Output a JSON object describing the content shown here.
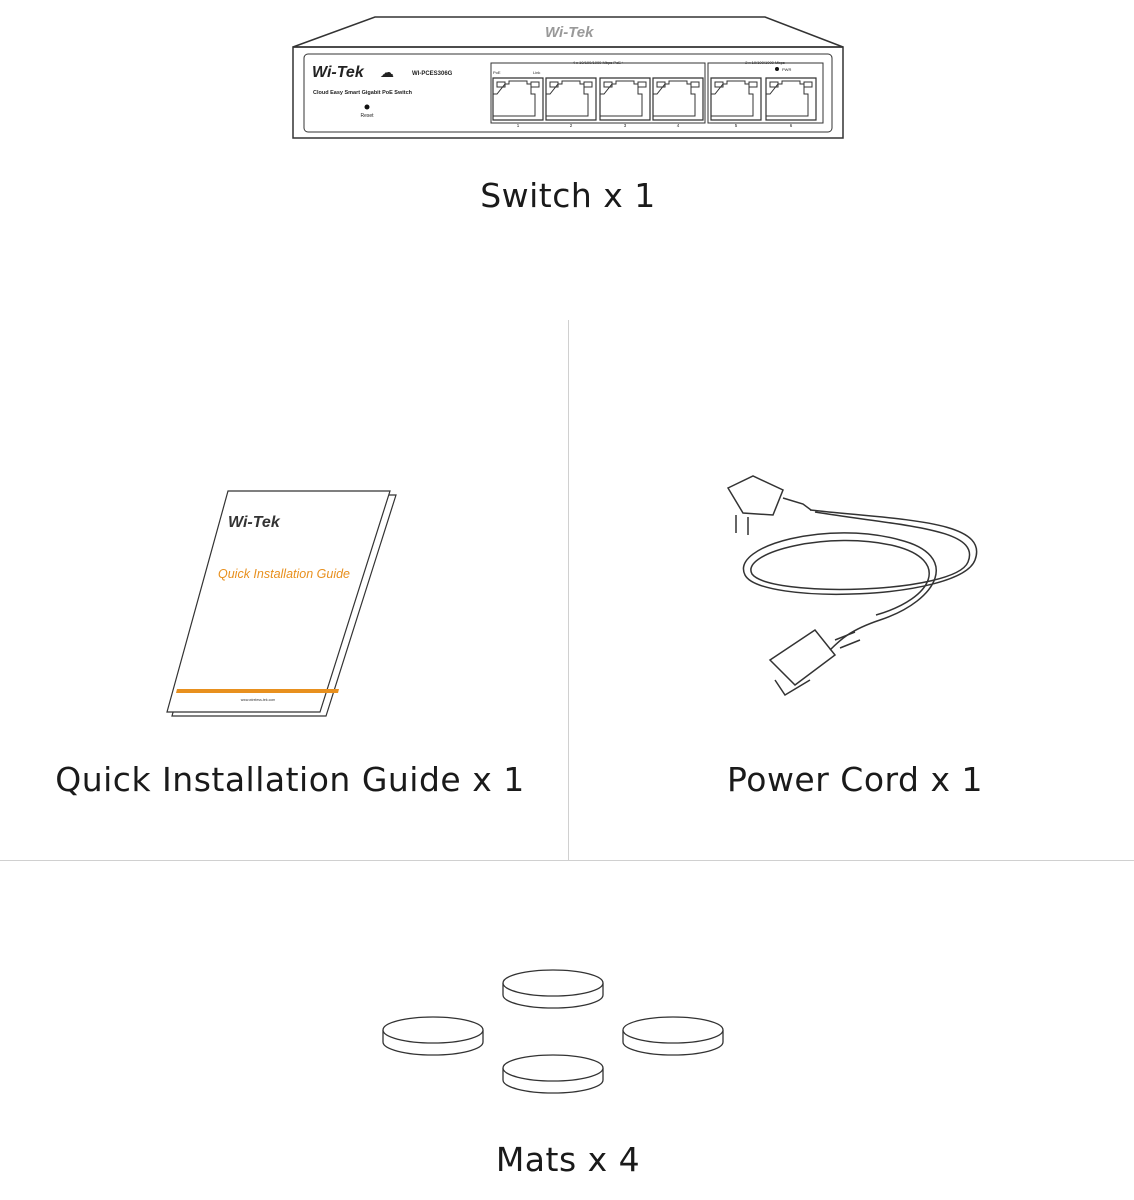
{
  "items": [
    {
      "caption": "Switch x 1"
    },
    {
      "caption": "Quick Installation Guide x 1"
    },
    {
      "caption": "Power Cord x 1"
    },
    {
      "caption": "Mats x 4"
    }
  ],
  "switch": {
    "brand": "Wi-Tek",
    "model": "WI-PCES306G",
    "description": "Cloud Easy Smart Gigabit PoE Switch",
    "reset_label": "Reset",
    "poe_group_label": "4 x 10/100/1000 Mbps PoE+",
    "uplink_group_label": "2 x 10/100/1000 Mbps",
    "poe_led": "PoE",
    "link_led": "Link",
    "pwr_led": "PWR",
    "ports": [
      "1",
      "2",
      "3",
      "4",
      "5",
      "6"
    ]
  },
  "guide": {
    "brand": "Wi-Tek",
    "title": "Quick Installation Guide",
    "url": "www.wireless-tek.com",
    "accent_color": "#e8901e"
  }
}
